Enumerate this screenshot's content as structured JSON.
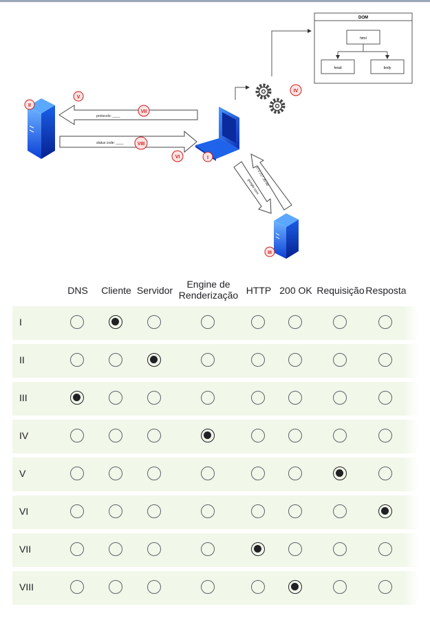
{
  "diagram": {
    "dom_title": "DOM",
    "dom_nodes": [
      "html",
      "head",
      "body"
    ],
    "markers": [
      "I",
      "II",
      "III",
      "IV",
      "V",
      "VI",
      "VII",
      "VIII"
    ],
    "protocol_text": "protocolo: ____",
    "status_text": "status code: ____",
    "domain_text": "google.com",
    "ip_text": "172.217.30.46"
  },
  "grid": {
    "columns": [
      {
        "label": "DNS"
      },
      {
        "label": "Cliente"
      },
      {
        "label": "Servidor"
      },
      {
        "label": "Engine de\nRenderização"
      },
      {
        "label": "HTTP"
      },
      {
        "label": "200 OK"
      },
      {
        "label": "Requisição"
      },
      {
        "label": "Resposta"
      }
    ],
    "rows": [
      {
        "label": "I",
        "selected": 1
      },
      {
        "label": "II",
        "selected": 2
      },
      {
        "label": "III",
        "selected": 0
      },
      {
        "label": "IV",
        "selected": 3
      },
      {
        "label": "V",
        "selected": 6
      },
      {
        "label": "VI",
        "selected": 7
      },
      {
        "label": "VII",
        "selected": 4
      },
      {
        "label": "VIII",
        "selected": 5
      }
    ]
  }
}
